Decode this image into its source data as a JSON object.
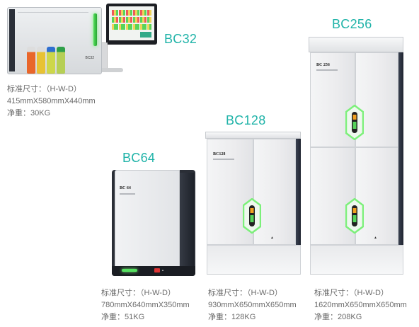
{
  "products": [
    {
      "model": "BC32",
      "spec_label": "标准尺寸：（H-W-D）",
      "dimensions": "415mmX580mmX440mm",
      "weight": "净重：30KG",
      "device_badge": "BC32"
    },
    {
      "model": "BC64",
      "spec_label": "标准尺寸：（H-W-D）",
      "dimensions": "780mmX640mmX350mm",
      "weight": "净重：51KG",
      "device_badge": "BC 64"
    },
    {
      "model": "BC128",
      "spec_label": "标准尺寸：（H-W-D）",
      "dimensions": "930mmX650mmX650mm",
      "weight": "净重：128KG",
      "device_badge": "BC128"
    },
    {
      "model": "BC256",
      "spec_label": "标准尺寸：（H-W-D）",
      "dimensions": "1620mmX650mmX650mm",
      "weight": "净重：208KG",
      "device_badge": "BC 256"
    }
  ],
  "colors": {
    "model_label": "#1fb3a8",
    "spec_text": "#6a6a6a",
    "indicator_glow": "#7cf07a",
    "indicator_amber": "#f0a020"
  },
  "icons": [
    "logo-icon",
    "status-indicator-icon",
    "touch-monitor-icon",
    "culture-bottle-icon"
  ]
}
